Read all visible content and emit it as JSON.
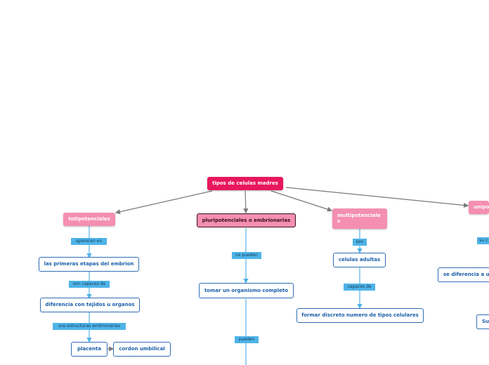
{
  "colors": {
    "root": "#e8175d",
    "main": "#f48fb1",
    "box_border": "#2f6db5",
    "box_text": "#1a5fa8",
    "tag": "#4fb3e8",
    "line_gray": "#7a7a7a",
    "line_blue": "#4fb3e8"
  },
  "root": {
    "label": "tipos de celulas madres"
  },
  "totipotenciales": {
    "label": "totipotenciales",
    "tag1": "aparecen en",
    "node1": "las primeras etapas del embrion",
    "tag2": "son capaces de",
    "node2": "diferencia con tejidos u organos",
    "tag3": "sus estructuras embrionarias",
    "node3": "placenta",
    "node4": "cordon umbilical"
  },
  "pluripotenciales": {
    "label": "pluripotenciales o embrionarias",
    "tag1": "no pueden",
    "node1": "tomar un organismo completo",
    "tag2": "pueden"
  },
  "multipotenciales": {
    "label_line1": "multipotenciale",
    "label_line2": "s",
    "tag1": "son",
    "node1": "celulas adultas",
    "tag2": "capaces de",
    "node2": "formar discreto numero de tipos celulares"
  },
  "unipotenciales": {
    "label": "unipo",
    "tag1": "su c",
    "node1": "se diferencia a u",
    "node2": "Su"
  }
}
